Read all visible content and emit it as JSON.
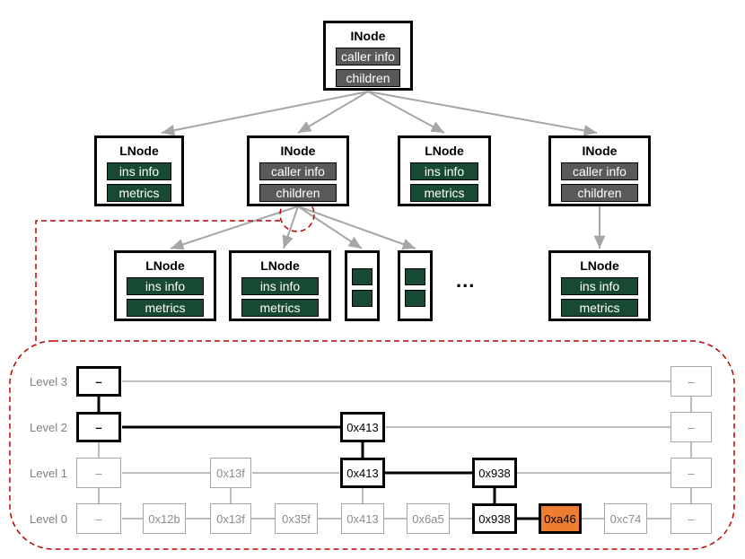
{
  "tree": {
    "root": {
      "title": "INode",
      "fields": [
        "caller info",
        "children"
      ]
    },
    "level1": [
      {
        "title": "LNode",
        "fields": [
          "ins info",
          "metrics"
        ]
      },
      {
        "title": "INode",
        "fields": [
          "caller info",
          "children"
        ]
      },
      {
        "title": "LNode",
        "fields": [
          "ins info",
          "metrics"
        ]
      },
      {
        "title": "INode",
        "fields": [
          "caller info",
          "children"
        ]
      }
    ],
    "level2": [
      {
        "title": "LNode",
        "fields": [
          "ins info",
          "metrics"
        ]
      },
      {
        "title": "LNode",
        "fields": [
          "ins info",
          "metrics"
        ]
      },
      {
        "title": "LNode",
        "fields": [
          "ins info",
          "metrics"
        ]
      }
    ],
    "ellipsis": "...",
    "colors": {
      "inode_field": "#595959",
      "lnode_field": "#184a33",
      "edge": "#a6a6a6",
      "zoom": "#c00000"
    }
  },
  "skiplist": {
    "levels": [
      "Level 3",
      "Level 2",
      "Level 1",
      "Level 0"
    ],
    "sentinel": "–",
    "level2_nodes": [
      "0x413"
    ],
    "level1_nodes": [
      "0x13f",
      "0x413",
      "0x938"
    ],
    "level0_nodes": [
      "0x12b",
      "0x13f",
      "0x35f",
      "0x413",
      "0x6a5",
      "0x938",
      "0xa46",
      "0xc74"
    ],
    "target": "0xa46",
    "colors": {
      "highlight": "#ed7d31",
      "path": "#000000",
      "dim": "#a6a6a6"
    }
  }
}
